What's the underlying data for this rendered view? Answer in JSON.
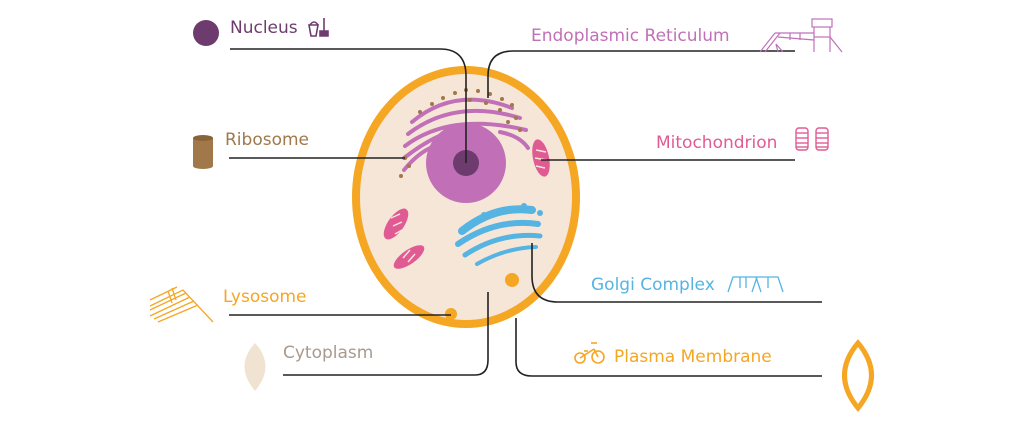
{
  "labels": {
    "nucleus": "Nucleus",
    "ribosome": "Ribosome",
    "lysosome": "Lysosome",
    "cytoplasm": "Cytoplasm",
    "er": "Endoplasmic Reticulum",
    "mitochondrion": "Mitochondrion",
    "golgi": "Golgi Complex",
    "membrane": "Plasma Membrane"
  },
  "icons": {
    "nucleus": "purple-circle-icon",
    "nucleus_extra": "bucket-rake-icon",
    "ribosome": "brown-cylinder-icon",
    "lysosome": "roof-ramp-icon",
    "cytoplasm": "beige-lens-icon",
    "er": "playground-structure-icon",
    "mitochondrion": "springs-icon",
    "golgi": "swing-frames-icon",
    "membrane": "tricycle-icon",
    "membrane_shape": "orange-lens-outline-icon"
  },
  "colors": {
    "nucleus": "#6e3b6e",
    "ribosome": "#a0784a",
    "lysosome": "#f5a623",
    "cytoplasm": "#a99a8c",
    "er": "#c170b8",
    "mitochondrion": "#e05b93",
    "golgi": "#56b4e3",
    "membrane": "#f5a623",
    "cell_fill": "#f5e6d8",
    "line": "#222222"
  }
}
